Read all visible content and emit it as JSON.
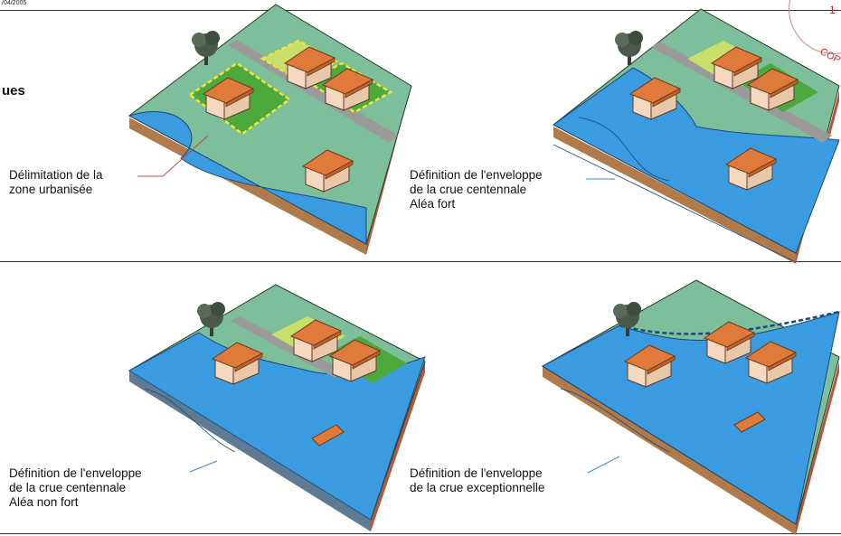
{
  "header": {
    "date": "/04/2005",
    "heading": "ues",
    "page_number": "1",
    "stamp_text": "COP"
  },
  "panels": [
    {
      "label_lines": [
        "Délimitation de la",
        "zone urbanisée"
      ]
    },
    {
      "label_lines": [
        "Définition de l'enveloppe",
        "de la crue centennale",
        "Aléa fort"
      ]
    },
    {
      "label_lines": [
        "Définition de l'enveloppe",
        "de la crue centennale",
        "Aléa non fort"
      ]
    },
    {
      "label_lines": [
        "Définition de l'enveloppe",
        "de la crue exceptionnelle"
      ]
    }
  ],
  "colors": {
    "land": "#7cbf9a",
    "water": "#3a9be0",
    "water_dark": "#2a7cc4",
    "soil": "#b05a3a",
    "road": "#9a9a9a",
    "roof": "#e07a3a",
    "wall": "#f4d9c0",
    "parcel_light": "#c8e06a",
    "parcel_dark": "#4caa3c",
    "boundary": "#f2e23a",
    "tree": "#4a5a4a"
  }
}
